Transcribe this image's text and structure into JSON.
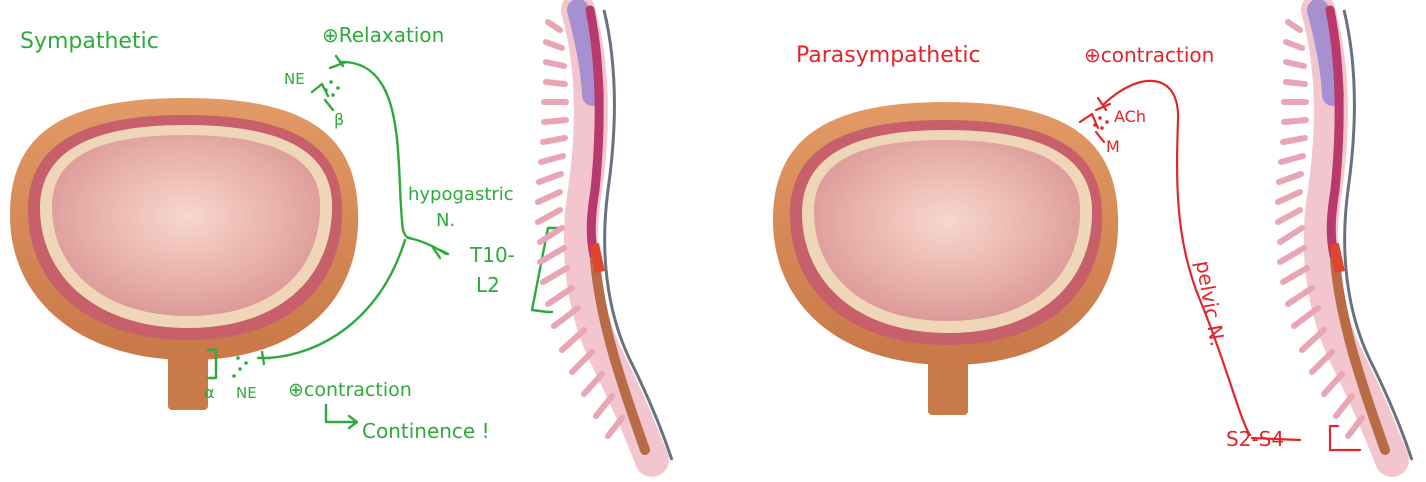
{
  "sympathetic": {
    "title": "Sympathetic",
    "top_effect": "⊕Relaxation",
    "ne_top": "NE",
    "beta": "β",
    "nerve_line1": "hypogastric",
    "nerve_line2": "N.",
    "level_line1": "T10-",
    "level_line2": "L2",
    "alpha": "α",
    "ne_bottom": "NE",
    "bottom_effect": "⊕contraction",
    "result": "Continence !"
  },
  "parasympathetic": {
    "title": "Parasympathetic",
    "effect": "⊕contraction",
    "ach": "ACh",
    "m": "M",
    "nerve": "pelvic N.",
    "level": "S2-S4"
  },
  "colors": {
    "sympathetic": "#2eaa3c",
    "parasympathetic": "#e0262c",
    "bladder_outer": "#d98a58",
    "bladder_muscle": "#c7606a",
    "bladder_inner": "#f0c5b8",
    "bladder_lining": "#efd6b8",
    "vertebra": "#f3c6cf",
    "cervical": "#a790d0",
    "cord": "#b83a6c"
  }
}
